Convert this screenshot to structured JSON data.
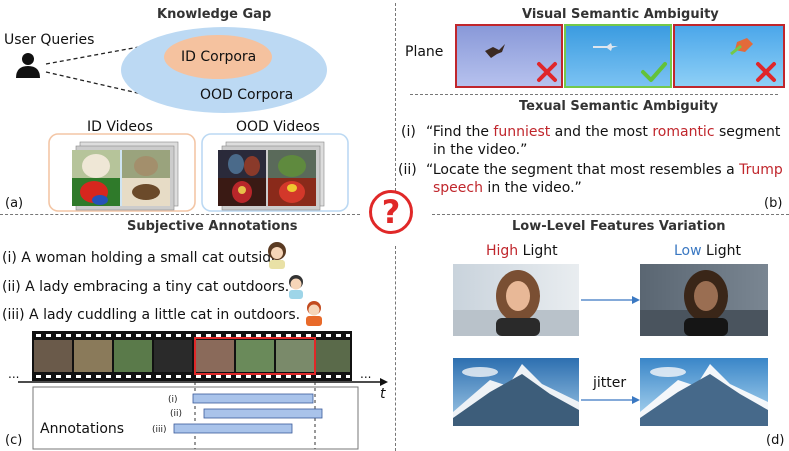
{
  "knowledge_gap": {
    "title": "Knowledge Gap",
    "user_queries": "User Queries",
    "id_corpora": "ID Corpora",
    "ood_corpora": "OOD Corpora",
    "id_videos": "ID Videos",
    "ood_videos": "OOD Videos",
    "panel_label": "(a)"
  },
  "visual_ambiguity": {
    "title": "Visual Semantic Ambiguity",
    "query": "Plane",
    "panel_label": "(b)"
  },
  "textual_ambiguity": {
    "title": "Texual Semantic Ambiguity",
    "q1_num": "(i)",
    "q1_a": "“Find the ",
    "q1_hl1": "funniest",
    "q1_b": " and the most ",
    "q1_hl2": "romantic",
    "q1_c": " segment",
    "q1_line2": "in the video.”",
    "q2_num": "(ii)",
    "q2_a": "“Locate the segment that most resembles a ",
    "q2_hl": "Trump",
    "q2_hl2": "speech",
    "q2_b": " in the video.”"
  },
  "center": {
    "symbol": "?"
  },
  "subjective": {
    "title": "Subjective Annotations",
    "a1": "(i) A woman holding a small cat outside.",
    "a2": "(ii) A lady embracing a tiny cat outdoors.",
    "a3": "(iii) A lady cuddling a little cat in outdoors.",
    "axis_t": "t",
    "ellipsis": "...",
    "bar_labels": [
      "(i)",
      "(ii)",
      "(iii)"
    ],
    "annotations_label": "Annotations",
    "panel_label": "(c)"
  },
  "low_level": {
    "title": "Low-Level Features Variation",
    "high_word": "High",
    "low_word": "Low",
    "light_word": " Light",
    "jitter": "jitter",
    "panel_label": "(d)"
  },
  "colors": {
    "ellipse_outer": "#bcd9f3",
    "ellipse_inner": "#f5c29f",
    "accent_red": "#c0262c",
    "accent_blue": "#3a78c2",
    "bar_fill": "#a9c3ea",
    "check_green": "#63c23a"
  }
}
